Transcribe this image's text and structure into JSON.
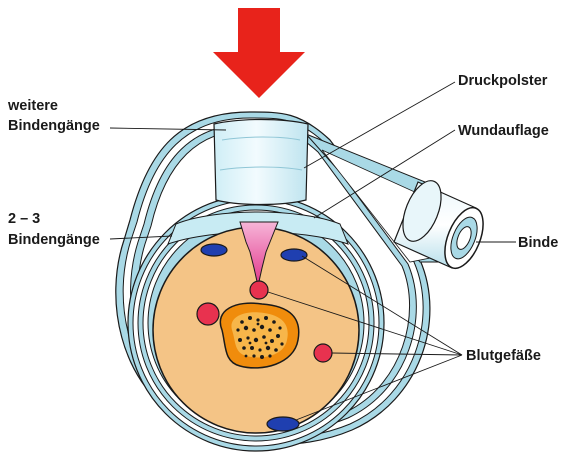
{
  "labels": {
    "weitere_line1": "weitere",
    "weitere_line2": "Bindengänge",
    "druckpolster": "Druckpolster",
    "wundauflage": "Wundauflage",
    "zwei_drei_line1": "2 – 3",
    "zwei_drei_line2": "Bindengänge",
    "binde": "Binde",
    "blutgefaesse": "Blutgefäße"
  },
  "colors": {
    "arrow": "#e8231b",
    "bandage": "#a9d9e6",
    "tissue": "#f4c486",
    "bone": "#f08c0c",
    "vessel_red": "#e8324f",
    "vessel_blue": "#1f3fb0",
    "wound": "#ef5fa8",
    "outline": "#1a1a1a"
  }
}
